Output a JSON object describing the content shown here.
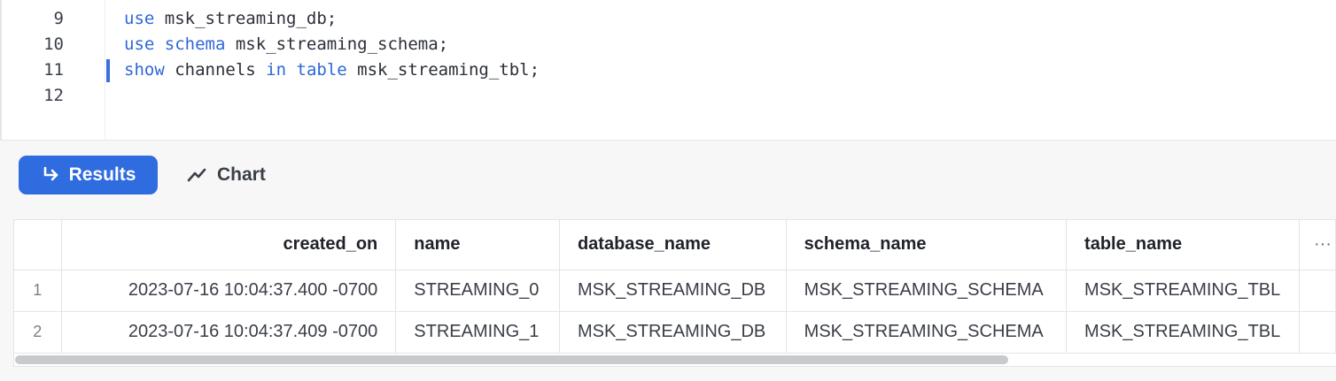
{
  "editor": {
    "lines": [
      {
        "number": "9",
        "kw1": "use",
        "rest1": " msk_streaming_db;"
      },
      {
        "number": "10",
        "kw1": "use",
        "sp": " ",
        "kw2": "schema",
        "rest": " msk_streaming_schema;"
      },
      {
        "number": "11",
        "kw1": "show",
        "mid1": " channels ",
        "kw2": "in",
        "sp2": " ",
        "kw3": "table",
        "rest": " msk_streaming_tbl;"
      },
      {
        "number": "12"
      }
    ]
  },
  "toolbar": {
    "results_label": "Results",
    "chart_label": "Chart",
    "results_icon": "return-arrow-icon",
    "chart_icon": "line-chart-icon",
    "accent_color": "#2f6ce0"
  },
  "table": {
    "columns": [
      "created_on",
      "name",
      "database_name",
      "schema_name",
      "table_name",
      "···"
    ],
    "rows": [
      {
        "index": "1",
        "created_on": "2023-07-16 10:04:37.400 -0700",
        "name": "STREAMING_0",
        "database_name": "MSK_STREAMING_DB",
        "schema_name": "MSK_STREAMING_SCHEMA",
        "table_name": "MSK_STREAMING_TBL"
      },
      {
        "index": "2",
        "created_on": "2023-07-16 10:04:37.409 -0700",
        "name": "STREAMING_1",
        "database_name": "MSK_STREAMING_DB",
        "schema_name": "MSK_STREAMING_SCHEMA",
        "table_name": "MSK_STREAMING_TBL"
      }
    ]
  }
}
